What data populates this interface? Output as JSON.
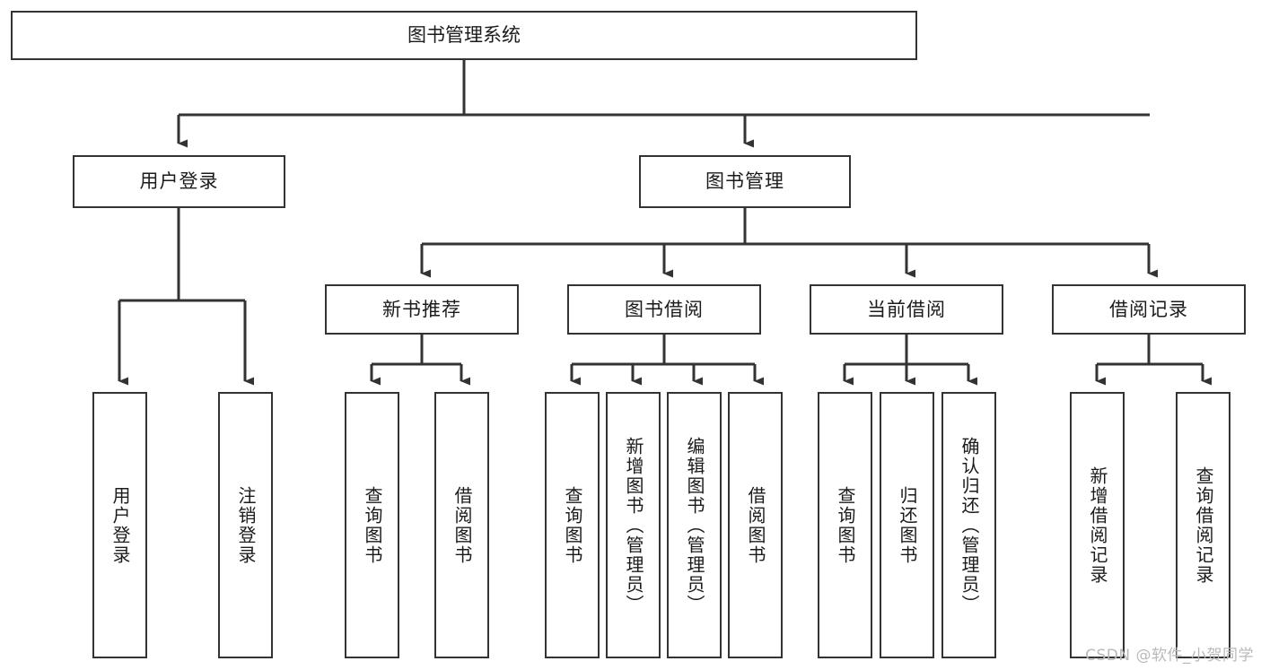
{
  "diagram": {
    "title": "图书管理系统",
    "type": "hierarchy-tree",
    "levels": 4,
    "root": {
      "label": "图书管理系统"
    },
    "level2": [
      {
        "label": "用户登录"
      },
      {
        "label": "图书管理"
      }
    ],
    "level3": [
      {
        "label": "新书推荐"
      },
      {
        "label": "图书借阅"
      },
      {
        "label": "当前借阅"
      },
      {
        "label": "借阅记录"
      }
    ],
    "leaves": [
      {
        "label": "用户登录"
      },
      {
        "label": "注销登录"
      },
      {
        "label": "查询图书"
      },
      {
        "label": "借阅图书"
      },
      {
        "label": "查询图书"
      },
      {
        "label": "新增图书（管理员）"
      },
      {
        "label": "编辑图书（管理员）"
      },
      {
        "label": "借阅图书"
      },
      {
        "label": "查询图书"
      },
      {
        "label": "归还图书"
      },
      {
        "label": "确认归还（管理员）"
      },
      {
        "label": "新增借阅记录"
      },
      {
        "label": "查询借阅记录"
      }
    ],
    "watermark": "CSDN @软件_小贺同学",
    "colors": {
      "stroke": "#333333",
      "fill": "#ffffff",
      "text": "#1b1b1b",
      "watermark": "#b9b9b9"
    }
  }
}
